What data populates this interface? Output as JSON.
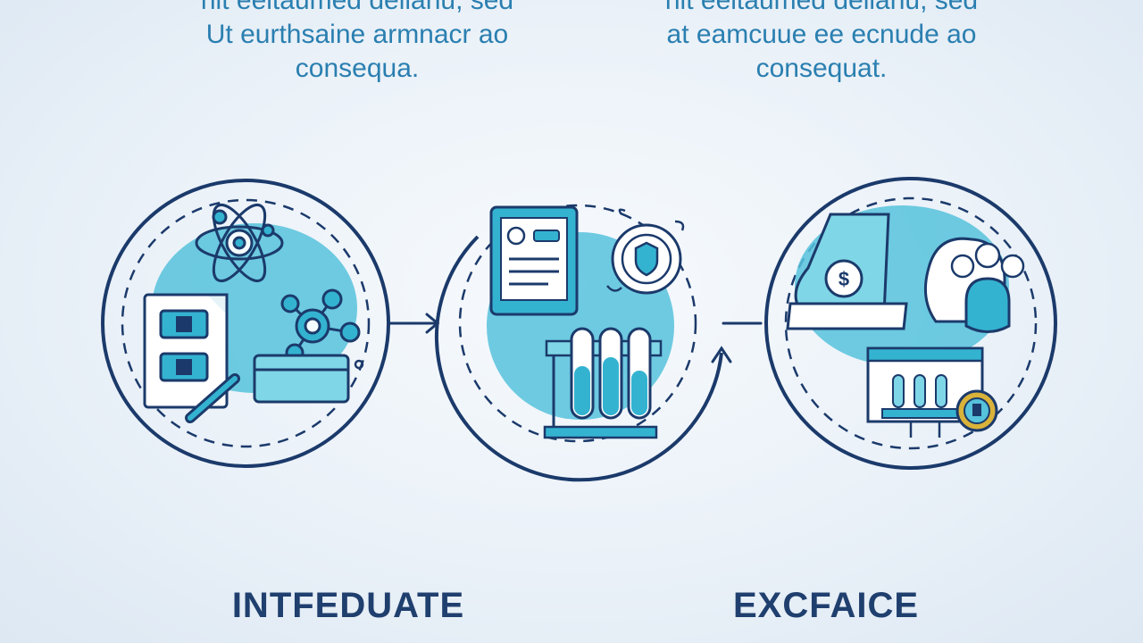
{
  "captions": {
    "left": [
      "hit eeltaumed delianu, sed",
      "Ut eurthsaine armnacr ao",
      "consequa."
    ],
    "right": [
      "hit eeltaumed delianu, sed",
      "at eamcuue ee ecnude ao",
      "consequat."
    ]
  },
  "labels": {
    "left": "INTFEDUATE",
    "right": "EXCFAICE"
  },
  "colors": {
    "navy": "#1b3a6b",
    "teal": "#34b3d1",
    "light_teal": "#56c2dc",
    "cyan_fill": "#2fc0d8",
    "gold": "#d9b23a",
    "caption_text": "#2a7fb0"
  },
  "icons": [
    "atom-icon",
    "chip-card-icon",
    "molecule-icon",
    "pencil-icon",
    "document-icon",
    "shield-icon",
    "test-tubes-icon",
    "money-bag-icon",
    "people-icon",
    "bank-icon"
  ]
}
